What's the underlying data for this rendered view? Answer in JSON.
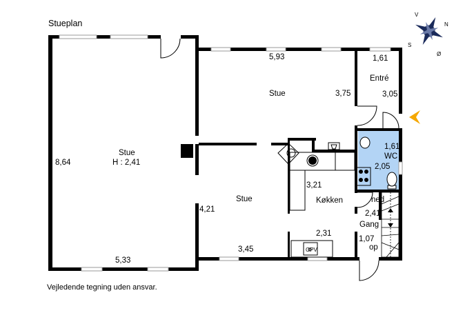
{
  "title": "Stueplan",
  "footer": "Vejledende tegning uden ansvar.",
  "colors": {
    "wall": "#000000",
    "window": "#9a9a9a",
    "wc_fill": "#b3d4f5",
    "entrance_arrow": "#f5a800"
  },
  "compass": {
    "n": "N",
    "s": "S",
    "v": "V",
    "o": "Ø"
  },
  "rooms": {
    "stue_big": {
      "name": "Stue",
      "height": "H : 2,41",
      "width": "5,33",
      "depth": "8,64"
    },
    "stue_top": {
      "name": "Stue",
      "width": "5,93",
      "depth": "3,75"
    },
    "stue_mid": {
      "name": "Stue",
      "width": "3,45",
      "depth": "4,21"
    },
    "entre": {
      "name": "Entré",
      "width": "1,61",
      "depth": "3,05"
    },
    "wc": {
      "name": "WC",
      "width": "1,61",
      "depth": "2,05"
    },
    "kokken": {
      "name": "Køkken",
      "width": "2,31",
      "depth": "3,21"
    },
    "gang": {
      "name": "Gang",
      "depth": "2,41",
      "stairs": "ned"
    },
    "op": {
      "name": "op",
      "size": "1,07"
    }
  },
  "fixtures": {
    "opv": "OPV"
  }
}
